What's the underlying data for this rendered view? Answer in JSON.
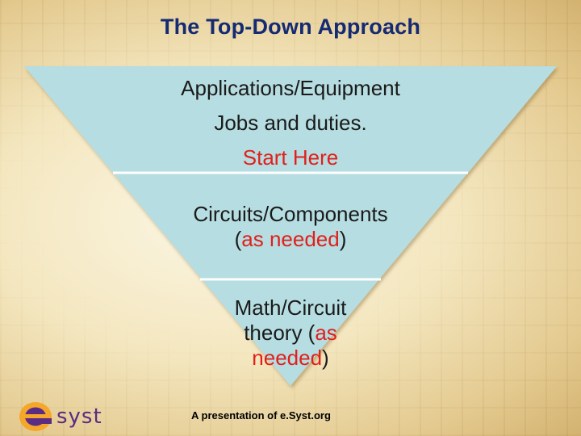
{
  "title": "The Top-Down Approach",
  "tiers": [
    {
      "lines": [
        "Applications/Equipment",
        "Jobs and duties.",
        "Start Here"
      ]
    },
    {
      "line1": "Circuits/Components",
      "paren_open": "(",
      "needed": "as needed",
      "paren_close": ")"
    },
    {
      "line1": "Math/Circuit",
      "line2_black": "theory (",
      "line2_red": "as",
      "line3_red": "needed",
      "line3_black": ")"
    }
  ],
  "footer": "A presentation of e.Syst.org",
  "logo_text": "esyst",
  "colors": {
    "title": "#142a73",
    "pyramid_fill": "#b6dde1",
    "separator": "#ffffff",
    "highlight": "#e0201c",
    "logo_orange": "#f4a72b",
    "logo_purple": "#5b2c83"
  }
}
